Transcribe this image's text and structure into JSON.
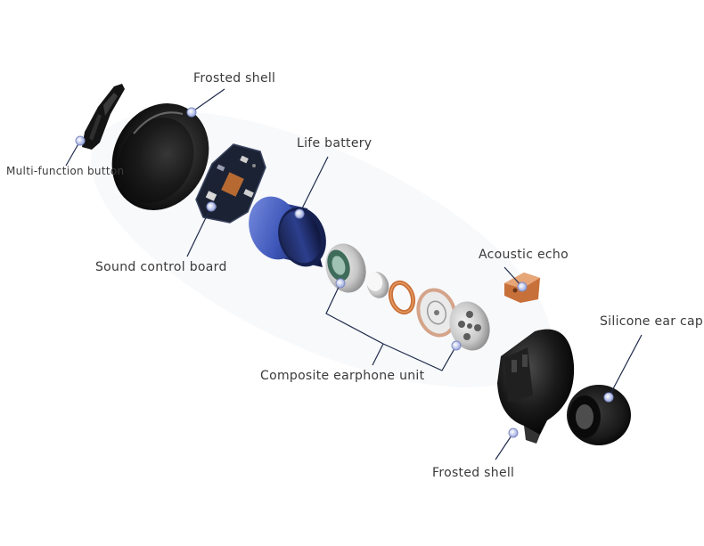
{
  "labels": {
    "frosted_shell_top": "Frosted shell",
    "multi_function_button": "Multi-function button",
    "life_battery": "Life battery",
    "sound_control_board": "Sound control board",
    "acoustic_echo": "Acoustic echo",
    "silicone_ear_cap": "Silicone ear cap",
    "composite_earphone_unit": "Composite earphone unit",
    "frosted_shell_bottom": "Frosted shell"
  },
  "colors": {
    "leader_line": "#1e2a4a",
    "marker": "#b9c4ee",
    "battery": "#3d56b8",
    "copper": "#c8703a",
    "shell": "#111111"
  }
}
